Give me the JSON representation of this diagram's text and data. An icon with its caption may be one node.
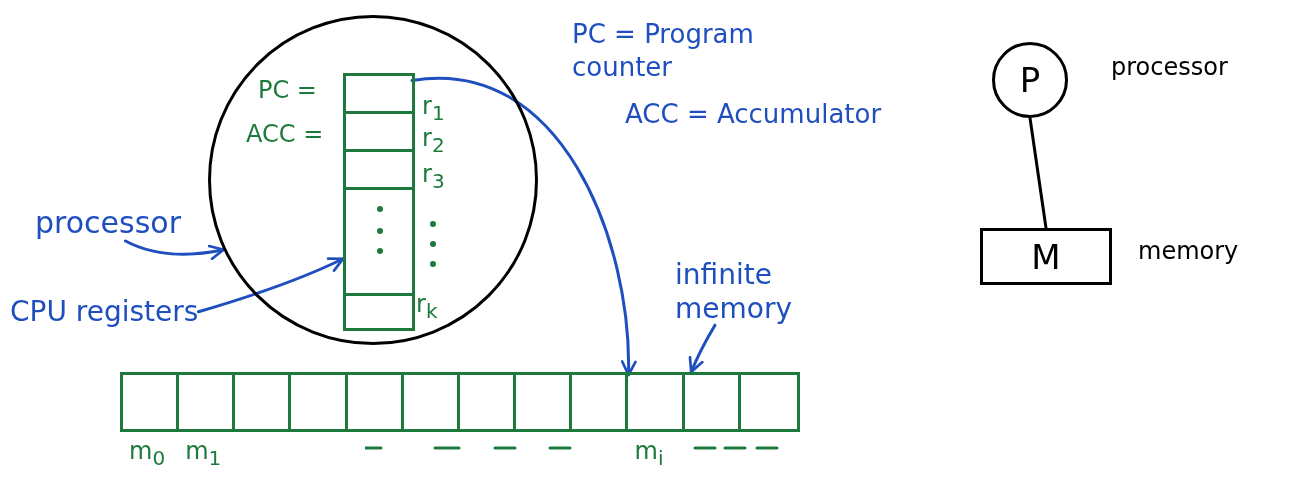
{
  "diagram": {
    "nodes": [
      {
        "text": [],
        "shape": "circle"
      },
      {
        "text": [
          "processor"
        ]
      },
      {
        "text": [],
        "shape": "box",
        "in": 0
      },
      {
        "text": [],
        "shape": "box",
        "in": 2,
        "beside": [
          "PC =",
          "r$_{1}$"
        ]
      },
      {
        "text": [],
        "shape": "box",
        "in": 2,
        "beside": [
          "ACC =",
          "r$_{2}$"
        ]
      },
      {
        "text": [],
        "shape": "box",
        "in": 2,
        "beside": [
          "r$_{3}$"
        ]
      },
      {
        "text": [],
        "shape": "box",
        "in": 2,
        "beside": [
          "r$_{k}$"
        ]
      },
      {
        "text": [
          "CPU registers"
        ]
      },
      {
        "text": [],
        "shape": "box"
      },
      {
        "text": [],
        "shape": "box",
        "in": 8,
        "beside": [
          "m$_{0}$"
        ]
      },
      {
        "text": [],
        "shape": "box",
        "in": 8,
        "beside": [
          "m$_{1}$"
        ]
      },
      {
        "text": [],
        "shape": "box",
        "in": 8,
        "beside": [
          "m$_{i}$"
        ]
      },
      {
        "text": [
          "infinite memory"
        ]
      },
      {
        "text": [
          "P"
        ],
        "beside": [
          "processor"
        ]
      },
      {
        "text": [
          "M"
        ],
        "beside": [
          "memory"
        ]
      }
    ],
    "edges": [
      {
        "from": 1,
        "to": 0,
        "arrow": "to"
      },
      {
        "from": 7,
        "to": 2,
        "arrow": "to"
      },
      {
        "from": 3,
        "to": 11,
        "arrow": "to"
      },
      {
        "from": 12,
        "to": 8,
        "arrow": "to"
      },
      {
        "from": 13,
        "to": 14,
        "arrow": "none",
        "color": "#000000"
      }
    ],
    "labels": [
      "PC = Program counter",
      "ACC = Accumulator"
    ]
  }
}
